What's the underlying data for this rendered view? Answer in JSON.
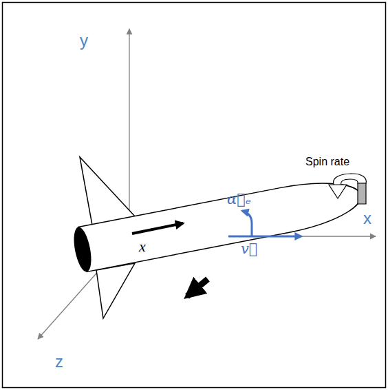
{
  "diagram": {
    "labels": [
      "y",
      "Spin rate",
      "x",
      "x⃗",
      "α⃗ₑ",
      "v⃗",
      "z"
    ]
  }
}
